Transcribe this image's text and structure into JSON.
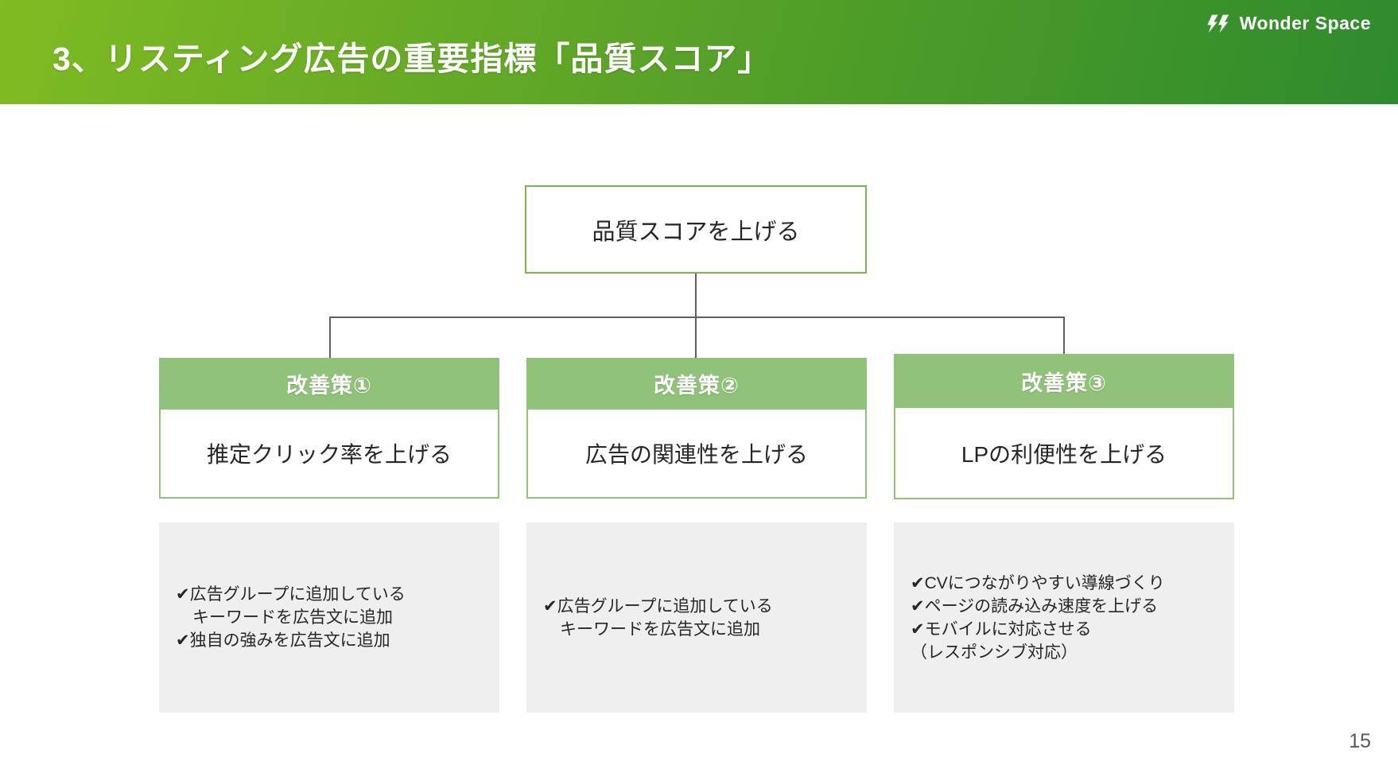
{
  "page": {
    "title": "3、リスティング広告の重要指標「品質スコア」",
    "page_number": "15"
  },
  "logo": {
    "brand": "Wonder Space"
  },
  "flowchart": {
    "root_label": "品質スコアを上げる",
    "columns": [
      {
        "header": "改善策①",
        "goal": "推定クリック率を上げる",
        "lines": [
          "✔広告グループに追加している",
          "　キーワードを広告文に追加",
          "✔独自の強みを広告文に追加"
        ]
      },
      {
        "header": "改善策②",
        "goal": "広告の関連性を上げる",
        "lines": [
          "✔広告グループに追加している",
          "　キーワードを広告文に追加"
        ]
      },
      {
        "header": "改善策③",
        "goal": "LPの利便性を上げる",
        "lines": [
          "✔CVにつながりやすい導線づくり",
          "✔ページの読み込み速度を上げる",
          "✔モバイルに対応させる",
          "（レスポンシブ対応）"
        ]
      }
    ]
  },
  "colors": {
    "header_gradient_start": "#7fbb22",
    "header_gradient_end": "#2e8b2c",
    "column_header_green": "#90c379",
    "root_box_border_green": "#7ab648",
    "panel_gray": "#efefef",
    "connector_gray": "#606060",
    "page_number_gray": "#595959",
    "text_color": "#262626"
  }
}
